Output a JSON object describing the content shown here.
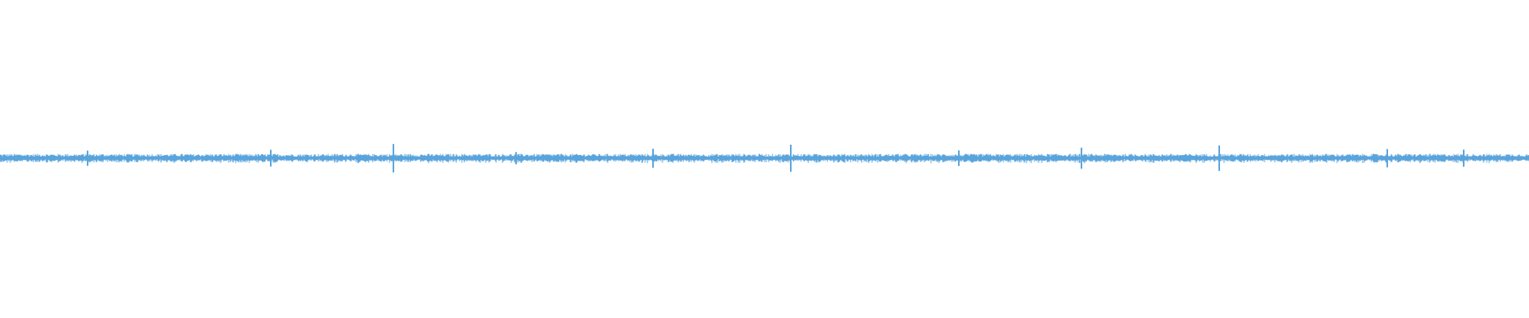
{
  "waveform": {
    "color": "#5aa4dc",
    "background": "#ffffff",
    "peak_levels": [
      0.0,
      0.12,
      0.2,
      0.28,
      0.37,
      0.46,
      0.57,
      0.65,
      0.74,
      0.85,
      0.9,
      0.95
    ]
  }
}
